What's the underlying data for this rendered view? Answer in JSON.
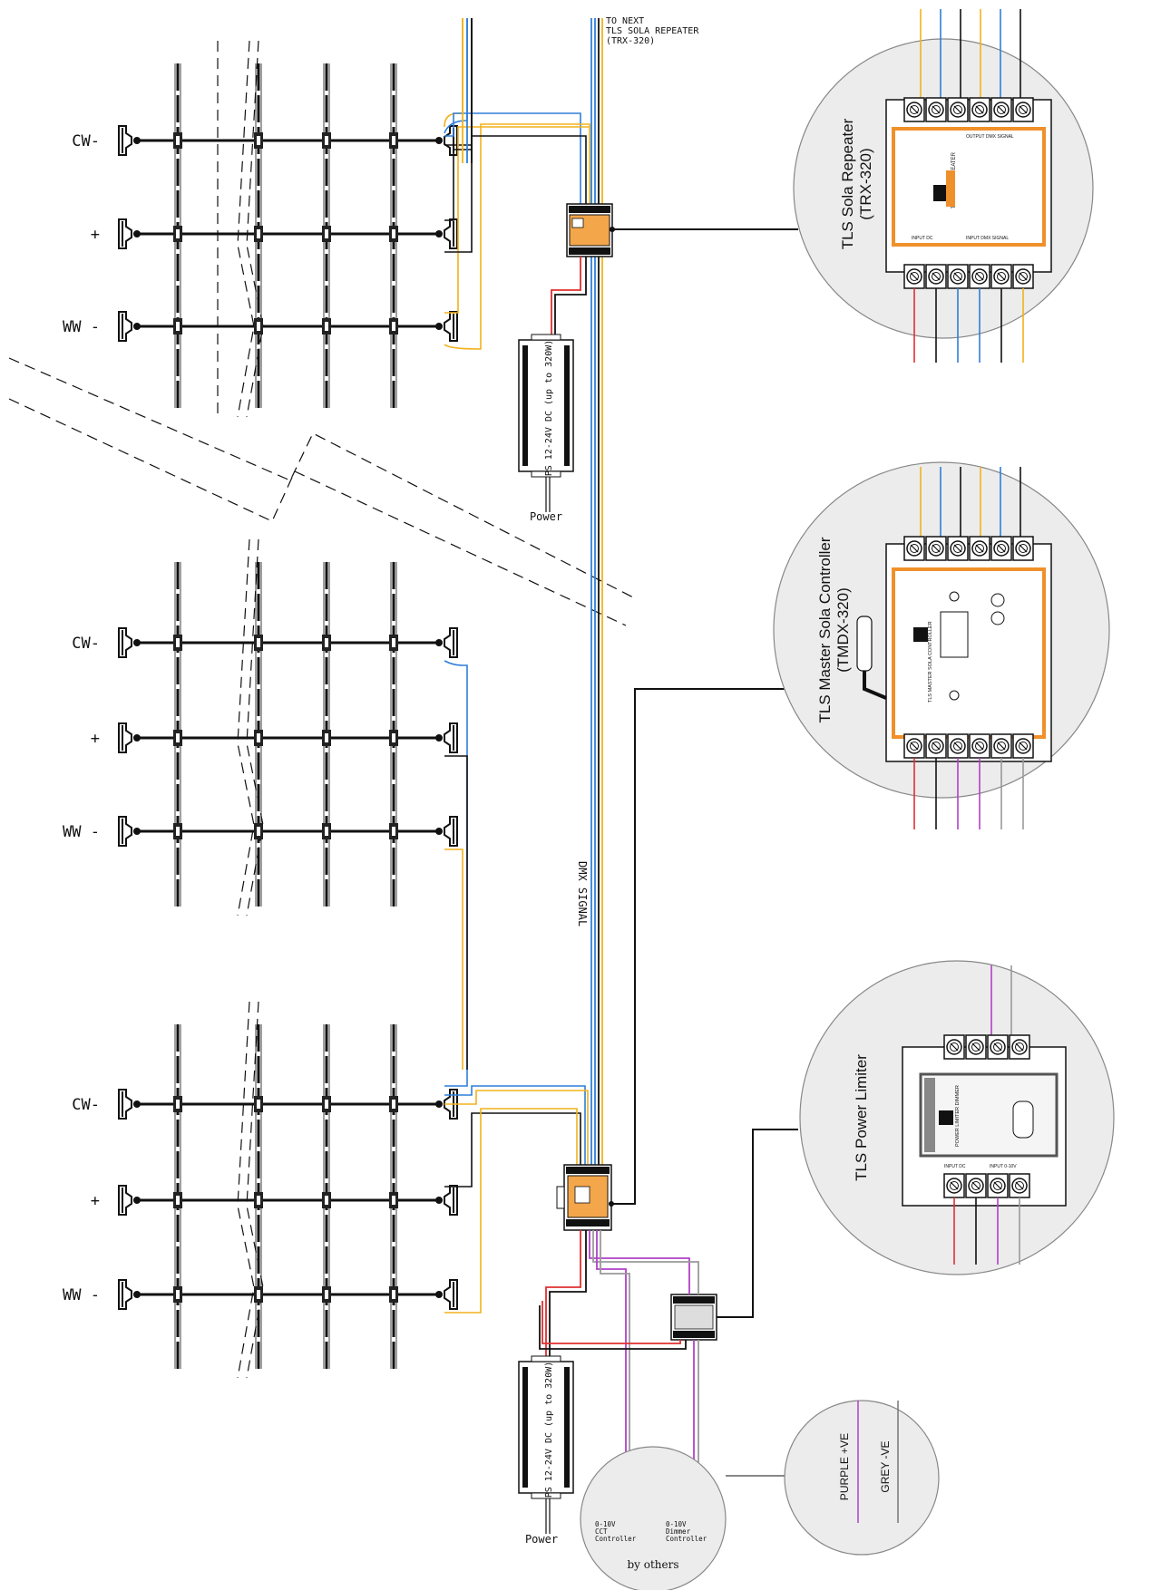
{
  "strip_labels": {
    "cw": "CW-",
    "plus": "+",
    "ww": "WW -"
  },
  "to_next": [
    "TO NEXT",
    "TLS SOLA REPEATER",
    "(TRX-320)"
  ],
  "dmx_signal": "DMX SIGNAL",
  "power_supply": {
    "label": "PS 12-24V DC (up to 320W)",
    "caption": "Power"
  },
  "detail_repeater": {
    "title": "TLS  Sola Repeater",
    "model": "(TRX-320)",
    "device_label": "TLS SOLA REPEATER",
    "terminal_top": "OUTPUT DMX SIGNAL",
    "terminal_bottom": "INPUT DMX SIGNAL",
    "input_dc": "INPUT DC"
  },
  "detail_controller": {
    "title": "TLS Master Sola Controller",
    "model": "(TMDX-320)",
    "device_label": "TLS MASTER SOLA CONTROLLER"
  },
  "detail_limiter": {
    "title": "TLS  Power Limiter",
    "device_label": "POWER LIMITER DIMMER",
    "input_dc": "INPUT DC",
    "input_010": "INPUT 0-10V"
  },
  "legend": {
    "purple": "PURPLE +VE",
    "grey": "GREY -VE"
  },
  "by_others": {
    "caption": "by others",
    "cct": [
      "0-10V",
      "CCT",
      "Controller"
    ],
    "dimmer": [
      "0-10V",
      "Dimmer",
      "Controller"
    ]
  },
  "colors": {
    "yellow": "#f2b21c",
    "blue": "#2f7fd8",
    "red": "#e03030",
    "black": "#111111",
    "purple": "#b040c8",
    "grey": "#9a9a9a",
    "orange": "#f0902a",
    "circle_fill": "#ececec"
  }
}
